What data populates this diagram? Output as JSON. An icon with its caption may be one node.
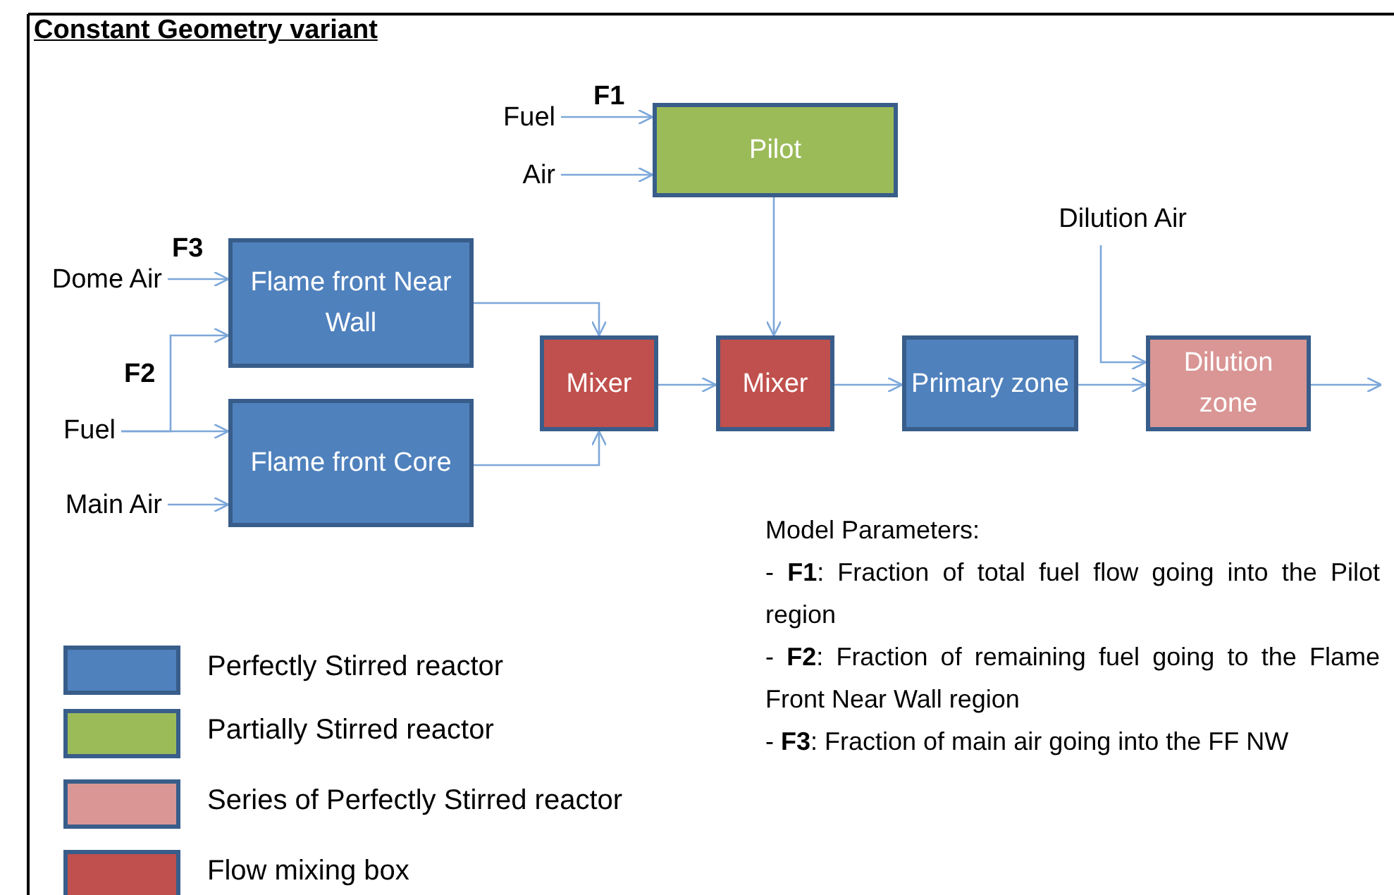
{
  "diagram": {
    "title": "Constant Geometry variant",
    "nodes": [
      {
        "text": [
          "Fuel"
        ]
      },
      {
        "text": [
          "Air"
        ]
      },
      {
        "text": [
          "Pilot"
        ]
      },
      {
        "text": [
          "Dome Air"
        ]
      },
      {
        "text": [
          "Fuel"
        ]
      },
      {
        "text": [
          "Main Air"
        ]
      },
      {
        "text": [
          "Flame front Near Wall"
        ]
      },
      {
        "text": [
          "Flame front Core"
        ]
      },
      {
        "text": [
          "Mixer"
        ]
      },
      {
        "text": [
          "Mixer"
        ]
      },
      {
        "text": [
          "Primary zone"
        ]
      },
      {
        "text": [
          "Dilution Air"
        ]
      },
      {
        "text": [
          "Dilution zone"
        ]
      }
    ],
    "edges": [
      {
        "from": 0,
        "to": 2,
        "arrow": "to",
        "label": "F1"
      },
      {
        "from": 1,
        "to": 2,
        "arrow": "to"
      },
      {
        "from": 3,
        "to": 6,
        "arrow": "to",
        "label": "F3"
      },
      {
        "from": 4,
        "to": 6,
        "arrow": "to",
        "label": "F2"
      },
      {
        "from": 4,
        "to": 7,
        "arrow": "to"
      },
      {
        "from": 5,
        "to": 7,
        "arrow": "to"
      },
      {
        "from": 6,
        "to": 8,
        "arrow": "to"
      },
      {
        "from": 7,
        "to": 8,
        "arrow": "to"
      },
      {
        "from": 2,
        "to": 9,
        "arrow": "to"
      },
      {
        "from": 8,
        "to": 9,
        "arrow": "to"
      },
      {
        "from": 9,
        "to": 10,
        "arrow": "to"
      },
      {
        "from": 11,
        "to": 12,
        "arrow": "to"
      },
      {
        "from": 10,
        "to": 12,
        "arrow": "to"
      },
      {
        "from": 12,
        "to": null,
        "arrow": "to"
      }
    ],
    "labels": [
      "Model Parameters:",
      "- **F1**: Fraction of total fuel flow going into the Pilot region",
      "- **F2**: Fraction of remaining fuel going to the Flame Front Near Wall region",
      "- **F3**: Fraction of main air going into the FF NW"
    ],
    "legend": [
      {
        "text": "Perfectly Stirred reactor",
        "color": "#4f81bd"
      },
      {
        "text": "Partially Stirred reactor",
        "color": "#9bbb59"
      },
      {
        "text": "Series of Perfectly Stirred reactor",
        "color": "#d99694"
      },
      {
        "text": "Flow mixing box",
        "color": "#c0504d"
      }
    ]
  }
}
